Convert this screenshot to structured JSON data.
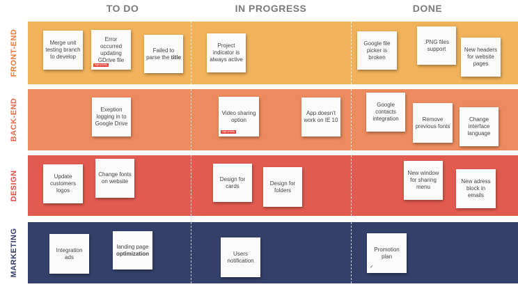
{
  "columns": [
    "TO DO",
    "IN PROGRESS",
    "DONE"
  ],
  "lanes": [
    {
      "label": "FRONT-END",
      "color": "#f0b25a",
      "label_color": "#ea7a3c"
    },
    {
      "label": "BACK-END",
      "color": "#ec8b5e",
      "label_color": "#e46a4a"
    },
    {
      "label": "DESIGN",
      "color": "#e25b50",
      "label_color": "#e04e45"
    },
    {
      "label": "MARKETING",
      "color": "#34406a",
      "label_color": "#34406a"
    }
  ],
  "notes": {
    "fe_merge": "Merge unit testing branch to develop",
    "fe_error": "Error occurred updating GDrive file",
    "fe_error_tag": "high priority",
    "fe_failed_a": "Failed to parse the",
    "fe_failed_b": "title",
    "fe_project": "Project indicator is always active",
    "fe_google_picker": "Google file picker is broken",
    "fe_png": ".PNG files support",
    "fe_headers": "New headers for website pages",
    "be_exception": "Exeption logging in to Google Drive",
    "be_video": "Video sharing option",
    "be_video_tag": "high priority",
    "be_app": "App doesn't work on IE 10",
    "be_contacts": "Google contacts integration",
    "be_remove": "Remove previous fonts",
    "be_change_lang": "Change interface language",
    "de_update": "Update customers logos",
    "de_change_fonts": "Change fonts on website",
    "de_cards": "Design for cards",
    "de_folders": "Design for folders",
    "de_window": "New window for sharing menu",
    "de_address": "New adress block in emails",
    "mk_integration": "Integration ads",
    "mk_landing_a": "landing page",
    "mk_landing_b": "optimization",
    "mk_users": "Users notification",
    "mk_promo": "Promotion plan",
    "mk_promo_check": "✓"
  }
}
